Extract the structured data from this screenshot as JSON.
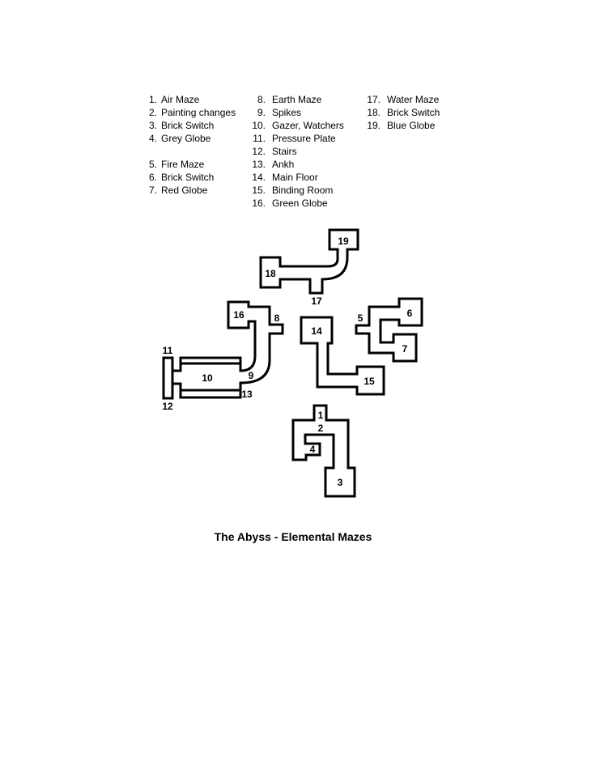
{
  "legend": {
    "col1": [
      {
        "n": "1.",
        "t": "Air Maze"
      },
      {
        "n": "2.",
        "t": "Painting changes"
      },
      {
        "n": "3.",
        "t": "Brick Switch"
      },
      {
        "n": "4.",
        "t": "Grey Globe"
      },
      {
        "n": "5.",
        "t": "Fire Maze"
      },
      {
        "n": "6.",
        "t": "Brick Switch"
      },
      {
        "n": "7.",
        "t": "Red Globe"
      }
    ],
    "col2": [
      {
        "n": "8.",
        "t": "Earth Maze"
      },
      {
        "n": "9.",
        "t": "Spikes"
      },
      {
        "n": "10.",
        "t": "Gazer, Watchers"
      },
      {
        "n": "11.",
        "t": "Pressure Plate"
      },
      {
        "n": "12.",
        "t": "Stairs"
      },
      {
        "n": "13.",
        "t": "Ankh"
      },
      {
        "n": "14.",
        "t": "Main Floor"
      },
      {
        "n": "15.",
        "t": "Binding Room"
      },
      {
        "n": "16.",
        "t": "Green Globe"
      }
    ],
    "col3": [
      {
        "n": "17.",
        "t": "Water Maze"
      },
      {
        "n": "18.",
        "t": "Brick Switch"
      },
      {
        "n": "19.",
        "t": "Blue Globe"
      }
    ]
  },
  "map_labels": [
    "1",
    "2",
    "3",
    "4",
    "5",
    "6",
    "7",
    "8",
    "9",
    "10",
    "11",
    "12",
    "13",
    "14",
    "15",
    "16",
    "17",
    "18",
    "19"
  ],
  "title": "The Abyss - Elemental Mazes"
}
